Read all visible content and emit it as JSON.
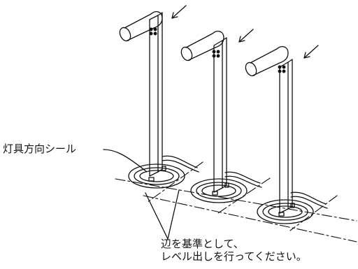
{
  "labels": {
    "seal_label": "灯具方向シール",
    "note_line1": "辺を基準として、",
    "note_line2": "レベル出しを行ってください。"
  },
  "fixtures": [
    {
      "name": "fixture-left"
    },
    {
      "name": "fixture-middle"
    },
    {
      "name": "fixture-right"
    }
  ],
  "colors": {
    "line": "#111111",
    "background": "#ffffff"
  }
}
